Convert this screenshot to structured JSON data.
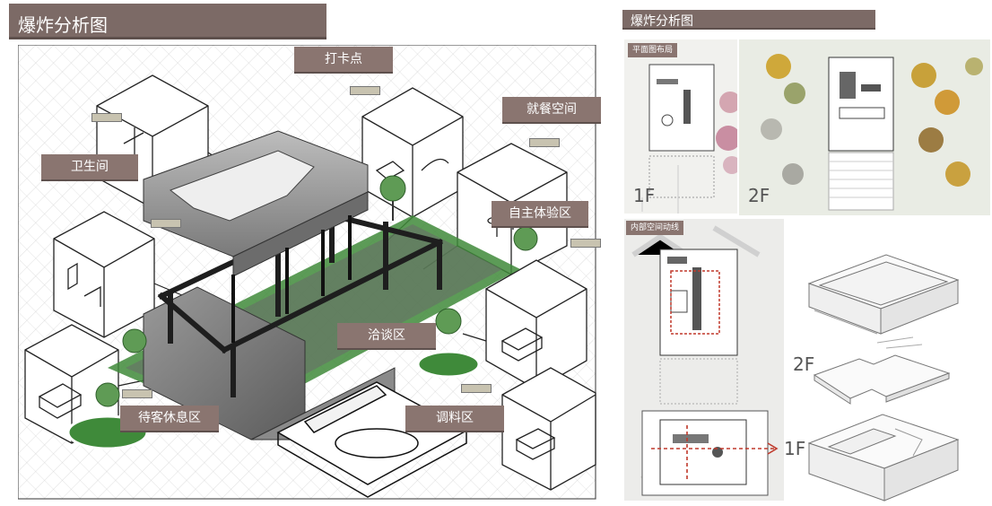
{
  "titles": {
    "left": "爆炸分析图",
    "right": "爆炸分析图"
  },
  "zone_labels": {
    "checkin": "打卡点",
    "dining": "就餐空间",
    "toilet": "卫生间",
    "self_experience": "自主体验区",
    "negotiation": "洽谈区",
    "waiting": "待客休息区",
    "seasoning": "调料区"
  },
  "panels": {
    "floor_plan_label": "平面图布局",
    "circulation_label": "内部空间动线",
    "floor_1": "1F",
    "floor_2": "2F",
    "exploded_2f": "2F",
    "exploded_1f": "1F"
  },
  "colors": {
    "header_bg": "#7c6a66",
    "label_bg": "#8a7570",
    "green": "#3f8a3a",
    "concrete": "#7d7d7d",
    "steel": "#2a2a2a",
    "circulation_red": "#c0392b"
  }
}
